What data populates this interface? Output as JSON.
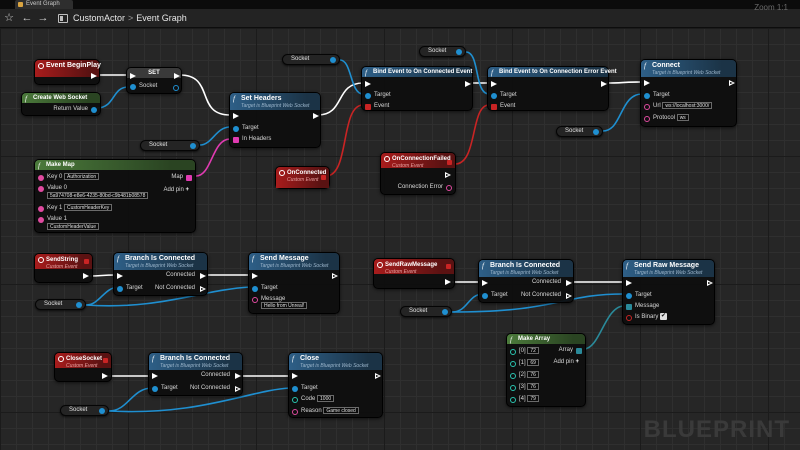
{
  "tab": {
    "label": "Event Graph"
  },
  "toolbar": {
    "back_icon": "back-arrow-icon",
    "forward_icon": "forward-arrow-icon",
    "star_icon": "star-icon"
  },
  "breadcrumb": {
    "parent": "CustomActor",
    "separator": ">",
    "current": "Event Graph"
  },
  "zoom": "Zoom 1:1",
  "watermark": "BLUEPRINT",
  "nodes": {
    "begin_play": {
      "title": "Event BeginPlay"
    },
    "set": {
      "title": "SET",
      "socket": "Socket"
    },
    "create_ws": {
      "title": "Create Web Socket",
      "return": "Return Value"
    },
    "set_headers": {
      "title": "Set Headers",
      "subtitle": "Target is Blueprint Web Socket",
      "target": "Target",
      "in_headers": "In Headers"
    },
    "make_map": {
      "title": "Make Map",
      "key0": "Key 0",
      "key0_val": "Authorization",
      "value0": "Value 0",
      "value0_val": "5a974708-e8e6-4235-80bd-c9b481b08578",
      "key1": "Key 1",
      "key1_val": "CustomHeaderKey",
      "value1": "Value 1",
      "value1_val": "CustomHeaderValue",
      "map": "Map",
      "add_pin": "Add pin"
    },
    "bind_connected": {
      "title": "Bind Event to On Connected Event",
      "target": "Target",
      "event": "Event"
    },
    "bind_error": {
      "title": "Bind Event to On Connection Error Event",
      "target": "Target",
      "event": "Event"
    },
    "connect": {
      "title": "Connect",
      "subtitle": "Target is Blueprint Web Socket",
      "target": "Target",
      "url": "Url",
      "url_val": "ws://localhost:3000/",
      "protocol": "Protocol",
      "protocol_val": "ws"
    },
    "on_connected": {
      "title": "OnConnected",
      "subtitle": "Custom Event"
    },
    "on_failed": {
      "title": "OnConnectionFailed",
      "subtitle": "Custom Event",
      "error": "Connection Error"
    },
    "send_string": {
      "title": "SendString",
      "subtitle": "Custom Event"
    },
    "branch1": {
      "title": "Branch Is Connected",
      "subtitle": "Target is Blueprint Web Socket",
      "target": "Target",
      "connected": "Connected",
      "not_connected": "Not Connected"
    },
    "send_message": {
      "title": "Send Message",
      "subtitle": "Target is Blueprint Web Socket",
      "target": "Target",
      "message": "Message",
      "message_val": "Hello from Unreal!"
    },
    "send_raw": {
      "title": "SendRawMessage",
      "subtitle": "Custom Event"
    },
    "branch2": {
      "title": "Branch Is Connected",
      "subtitle": "Target is Blueprint Web Socket",
      "target": "Target",
      "connected": "Connected",
      "not_connected": "Not Connected"
    },
    "send_raw_message": {
      "title": "Send Raw Message",
      "subtitle": "Target is Blueprint Web Socket",
      "target": "Target",
      "message": "Message",
      "is_binary": "Is Binary",
      "is_binary_checked": true
    },
    "make_array": {
      "title": "Make Array",
      "array": "Array",
      "add_pin": "Add pin",
      "items": [
        {
          "label": "[0]",
          "value": "72"
        },
        {
          "label": "[1]",
          "value": "69"
        },
        {
          "label": "[2]",
          "value": "76"
        },
        {
          "label": "[3]",
          "value": "76"
        },
        {
          "label": "[4]",
          "value": "79"
        }
      ]
    },
    "close_socket": {
      "title": "CloseSocket",
      "subtitle": "Custom Event"
    },
    "branch3": {
      "title": "Branch Is Connected",
      "subtitle": "Target is Blueprint Web Socket",
      "target": "Target",
      "connected": "Connected",
      "not_connected": "Not Connected"
    },
    "close": {
      "title": "Close",
      "subtitle": "Target is Blueprint Web Socket",
      "target": "Target",
      "code": "Code",
      "code_val": "1000",
      "reason": "Reason",
      "reason_val": "Game closed"
    }
  },
  "variables": {
    "socket": "Socket"
  },
  "colors": {
    "event_header": "#a81c1c",
    "function_header": "#2e5f87",
    "pure_header": "#4b7a3b",
    "object_pin": "#1f8fd0",
    "map_pin": "#e13bb2",
    "event_pin": "#c92424",
    "string_pin": "#e04aa0",
    "exec_wire": "#ffffff"
  }
}
